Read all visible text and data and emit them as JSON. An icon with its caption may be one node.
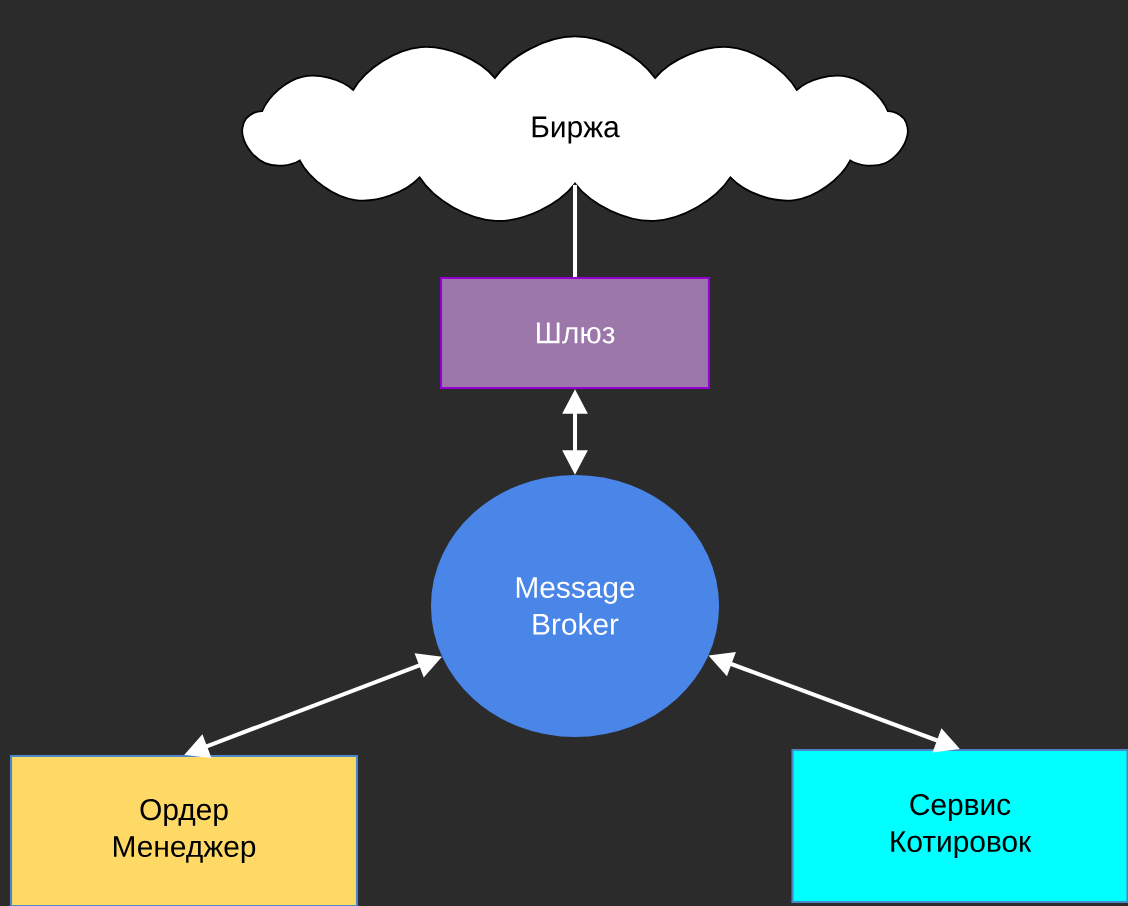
{
  "diagram": {
    "nodes": [
      {
        "text": [
          "Биржа"
        ]
      },
      {
        "text": [
          "Шлюз"
        ]
      },
      {
        "text": [
          "Message Broker"
        ]
      },
      {
        "text": [
          "Ордер Менеджер"
        ]
      },
      {
        "text": [
          "Сервис Котировок"
        ]
      }
    ],
    "edges": [
      {
        "from": 0,
        "to": 1,
        "arrow": "none"
      },
      {
        "from": 1,
        "to": 2,
        "arrow": "both"
      },
      {
        "from": 2,
        "to": 3,
        "arrow": "both"
      },
      {
        "from": 2,
        "to": 4,
        "arrow": "both"
      }
    ]
  }
}
